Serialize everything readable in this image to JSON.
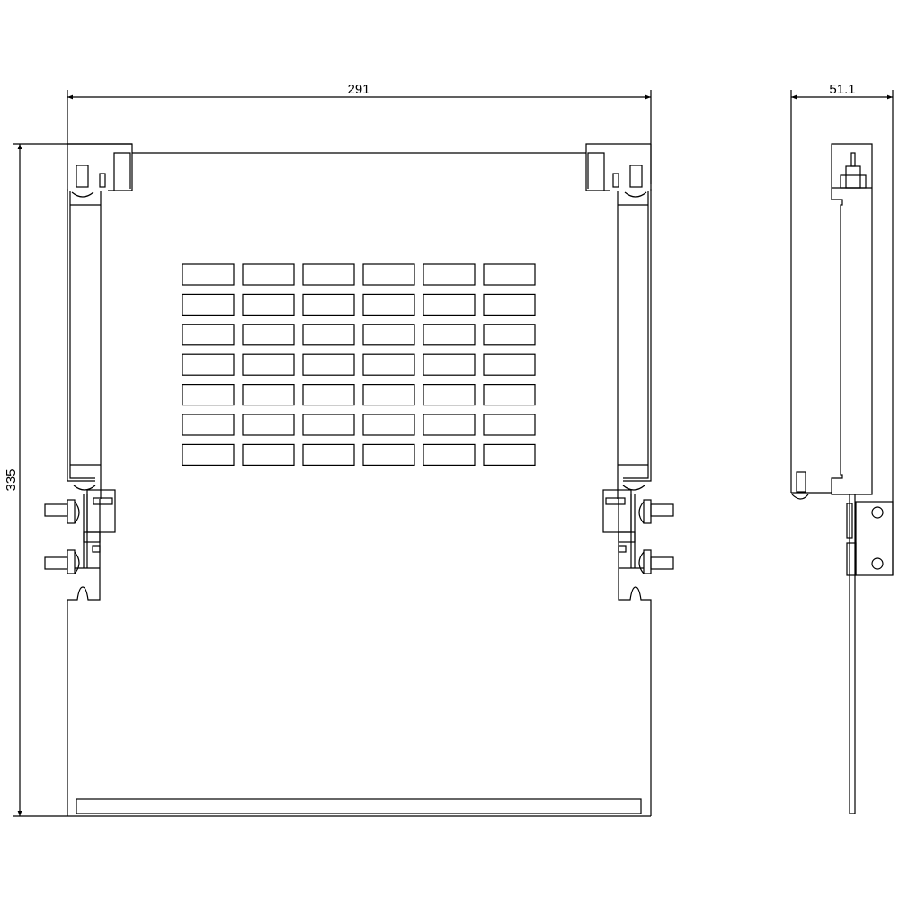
{
  "dimensions": {
    "width": "291",
    "height": "335",
    "depth": "51.1"
  },
  "vent_grid": {
    "columns": 6,
    "rows": 7
  },
  "colors": {
    "line": "#000000",
    "background": "#ffffff"
  }
}
